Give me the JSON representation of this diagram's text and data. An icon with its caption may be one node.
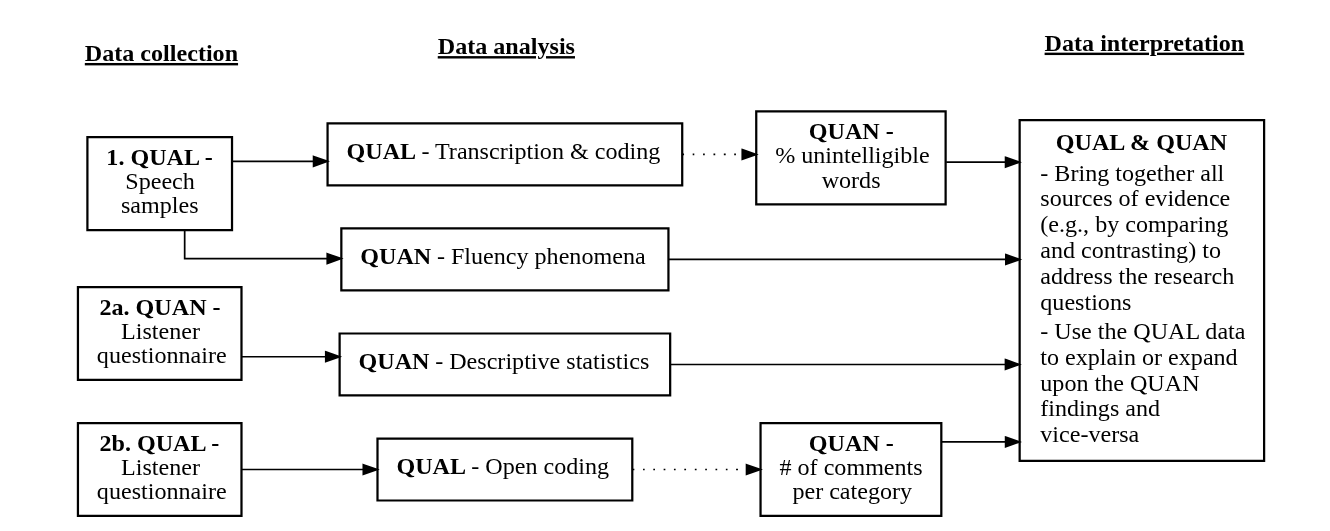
{
  "diagram": {
    "nodes": [
      {
        "text": [
          "1. QUAL -",
          "Speech samples"
        ]
      },
      {
        "text": [
          "2a. QUAN -",
          "Listener questionnaire"
        ]
      },
      {
        "text": [
          "2b. QUAL -",
          "Listener questionnaire"
        ]
      },
      {
        "text": [
          "QUAL",
          "- Transcription & coding"
        ]
      },
      {
        "text": [
          "QUAN",
          "- Fluency phenomena"
        ]
      },
      {
        "text": [
          "QUAN",
          "- Descriptive statistics"
        ]
      },
      {
        "text": [
          "QUAL",
          "- Open coding"
        ]
      },
      {
        "text": [
          "QUAN -",
          "% unintelligible words"
        ]
      },
      {
        "text": [
          "QUAN -",
          "# of comments per category"
        ]
      },
      {
        "text": [
          "QUAL & QUAN",
          "- Bring together all sources of evidence (e.g., by comparing and contrasting) to address the research questions",
          "- Use the QUAL data to explain or expand upon the QUAN findings and vice-versa"
        ]
      }
    ],
    "edges": [
      {
        "from": 0,
        "to": 3,
        "arrow": "to"
      },
      {
        "from": 3,
        "to": 7,
        "arrow": "to",
        "style": "dashed"
      },
      {
        "from": 7,
        "to": 9,
        "arrow": "to"
      },
      {
        "from": 0,
        "to": 4,
        "arrow": "to"
      },
      {
        "from": 4,
        "to": 9,
        "arrow": "to"
      },
      {
        "from": 1,
        "to": 5,
        "arrow": "to"
      },
      {
        "from": 5,
        "to": 9,
        "arrow": "to"
      },
      {
        "from": 2,
        "to": 6,
        "arrow": "to"
      },
      {
        "from": 6,
        "to": 8,
        "arrow": "to",
        "style": "dashed"
      },
      {
        "from": 8,
        "to": 9,
        "arrow": "to"
      }
    ],
    "labels": [
      "Data collection",
      "Data analysis",
      "Data interpretation"
    ]
  }
}
